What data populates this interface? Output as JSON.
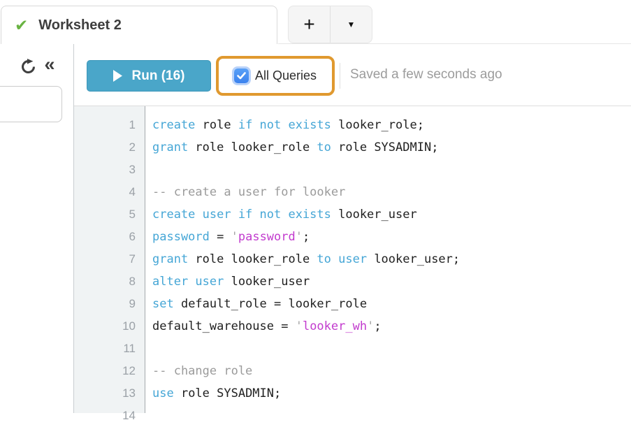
{
  "tab_bar": {
    "tab": {
      "label": "Worksheet 2",
      "status_icon": "check-icon",
      "status_glyph": "✔"
    },
    "new_tab_label": "+",
    "menu_glyph": "▼"
  },
  "sidebar": {
    "collapse_glyph": "«"
  },
  "toolbar": {
    "run_label": "Run (16)",
    "all_queries_label": "All Queries",
    "all_queries_checked": true,
    "saved_status": "Saved a few seconds ago"
  },
  "editor": {
    "language": "sql",
    "lines": [
      {
        "n": 1,
        "tokens": [
          [
            "k",
            "create"
          ],
          [
            "p",
            " role "
          ],
          [
            "k",
            "if not exists"
          ],
          [
            "p",
            " looker_role;"
          ]
        ]
      },
      {
        "n": 2,
        "tokens": [
          [
            "k",
            "grant"
          ],
          [
            "p",
            " role looker_role "
          ],
          [
            "k",
            "to"
          ],
          [
            "p",
            " role SYSADMIN;"
          ]
        ]
      },
      {
        "n": 3,
        "tokens": []
      },
      {
        "n": 4,
        "tokens": [
          [
            "c",
            "-- create a user for looker"
          ]
        ]
      },
      {
        "n": 5,
        "tokens": [
          [
            "k",
            "create user if not exists"
          ],
          [
            "p",
            " looker_user"
          ]
        ]
      },
      {
        "n": 6,
        "tokens": [
          [
            "k",
            "password"
          ],
          [
            "p",
            " = "
          ],
          [
            "q",
            "'"
          ],
          [
            "s",
            "password"
          ],
          [
            "q",
            "'"
          ],
          [
            "p",
            ";"
          ]
        ]
      },
      {
        "n": 7,
        "tokens": [
          [
            "k",
            "grant"
          ],
          [
            "p",
            " role looker_role "
          ],
          [
            "k",
            "to user"
          ],
          [
            "p",
            " looker_user;"
          ]
        ]
      },
      {
        "n": 8,
        "tokens": [
          [
            "k",
            "alter user"
          ],
          [
            "p",
            " looker_user"
          ]
        ]
      },
      {
        "n": 9,
        "tokens": [
          [
            "k",
            "set"
          ],
          [
            "p",
            " default_role = looker_role"
          ]
        ]
      },
      {
        "n": 10,
        "tokens": [
          [
            "p",
            "default_warehouse = "
          ],
          [
            "q",
            "'"
          ],
          [
            "s",
            "looker_wh"
          ],
          [
            "q",
            "'"
          ],
          [
            "p",
            ";"
          ]
        ]
      },
      {
        "n": 11,
        "tokens": []
      },
      {
        "n": 12,
        "tokens": [
          [
            "c",
            "-- change role"
          ]
        ]
      },
      {
        "n": 13,
        "tokens": [
          [
            "k",
            "use"
          ],
          [
            "p",
            " role SYSADMIN;"
          ]
        ]
      },
      {
        "n": 14,
        "tokens": []
      }
    ]
  },
  "colors": {
    "run_button": "#4AA6C9",
    "run_border": "#3D97BA",
    "annotation_orange": "#E0992F",
    "checkbox_blue": "#3B82EE",
    "checkbox_blue_top": "#58A0F7",
    "checkbox_halo": "#B9D2F9",
    "tab_check_green": "#69B342",
    "keyword": "#45A6D6",
    "string": "#C23BCE",
    "quote": "#A6A6A6",
    "comment": "#9B9B9B",
    "code_text": "#1F1F1F",
    "line_number": "#9BA1A7",
    "gutter_bg": "#F0F3F4",
    "saved_text": "#9C9C9C"
  }
}
